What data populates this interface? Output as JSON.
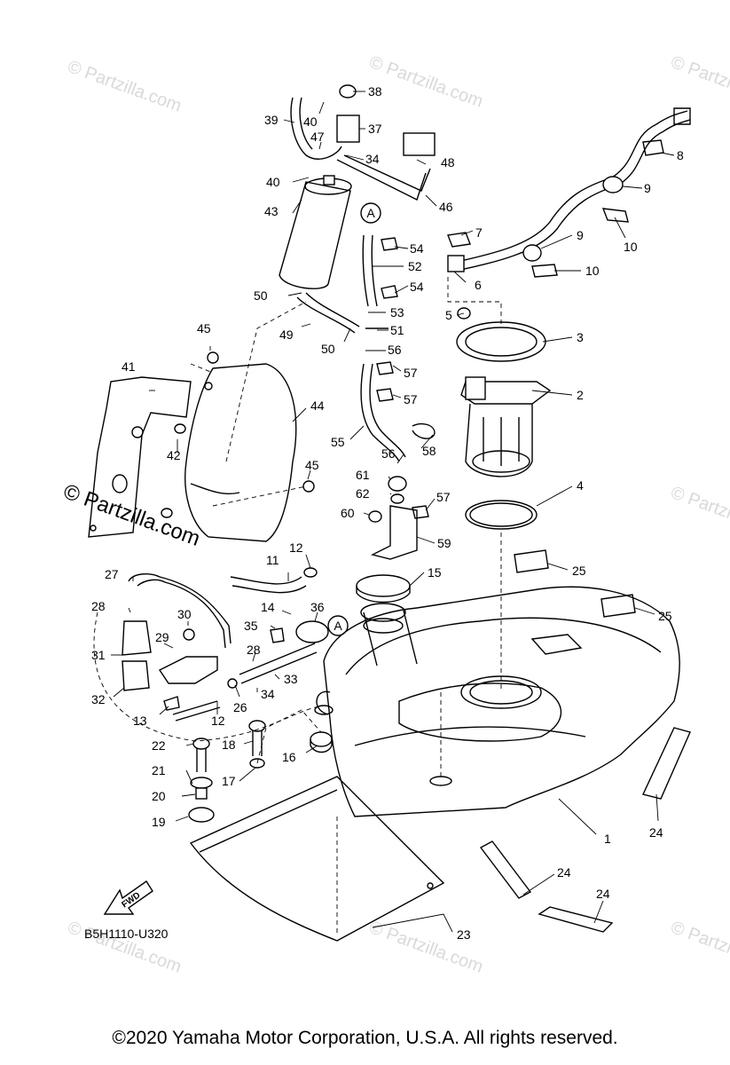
{
  "diagram_code": "B5H1110-U320",
  "fwd_label": "FWD",
  "ref_marker": "A",
  "watermark": "© Partzilla.com",
  "copyright": "©2020 Yamaha Motor Corporation, U.S.A. All rights reserved.",
  "callouts": [
    "1",
    "2",
    "3",
    "4",
    "5",
    "6",
    "7",
    "8",
    "9",
    "10",
    "11",
    "12",
    "13",
    "14",
    "15",
    "16",
    "17",
    "18",
    "19",
    "20",
    "21",
    "22",
    "23",
    "24",
    "25",
    "26",
    "27",
    "28",
    "29",
    "30",
    "31",
    "32",
    "33",
    "34",
    "35",
    "36",
    "37",
    "38",
    "39",
    "40",
    "41",
    "42",
    "43",
    "44",
    "45",
    "46",
    "47",
    "48",
    "49",
    "50",
    "51",
    "52",
    "53",
    "54",
    "55",
    "56",
    "57",
    "58",
    "59",
    "60",
    "61",
    "62"
  ]
}
